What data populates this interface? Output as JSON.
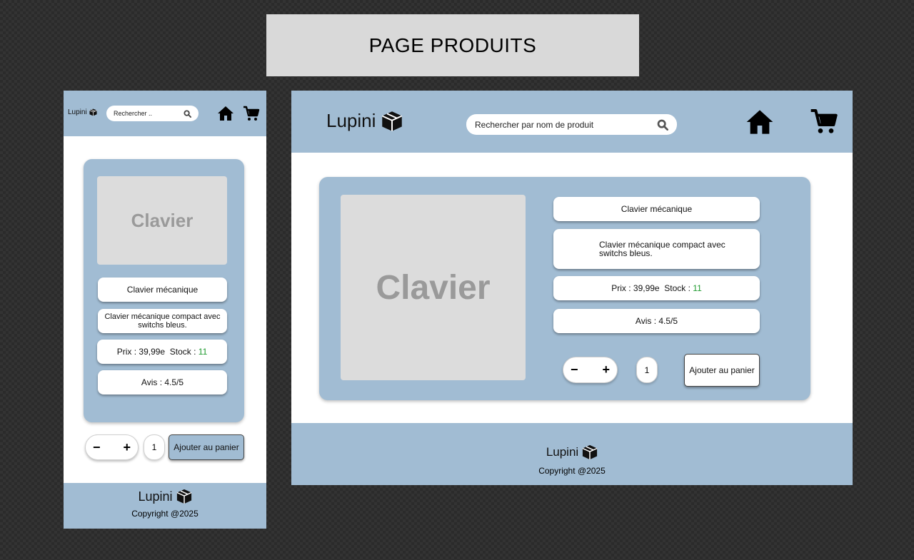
{
  "banner": {
    "title": "PAGE PRODUITS"
  },
  "mobile": {
    "brand": "Lupini",
    "search_placeholder": "Rechercher ..",
    "image_label": "Clavier",
    "product_name": "Clavier mécanique",
    "description": "Clavier mécanique compact avec switchs bleus.",
    "price_text": "Prix : 39,99e  Stock : ",
    "stock": "11",
    "rating": "Avis : 4.5/5",
    "minus": "−",
    "plus": "+",
    "quantity": "1",
    "add_to_cart": "Ajouter au panier",
    "footer_brand": "Lupini",
    "copyright": "Copyright @2025"
  },
  "desktop": {
    "brand": "Lupini",
    "search_placeholder": "Rechercher par nom de produit",
    "image_label": "Clavier",
    "product_name": "Clavier mécanique",
    "description": "Clavier mécanique compact avec switchs bleus.",
    "price_text": "Prix : 39,99e  Stock : ",
    "stock": "11",
    "rating": "Avis : 4.5/5",
    "minus": "−",
    "plus": "+",
    "quantity": "1",
    "add_to_cart": "Ajouter au panier",
    "footer_brand": "Lupini",
    "copyright": "Copyright @2025"
  },
  "icons": [
    "box-icon",
    "search-icon",
    "home-icon",
    "cart-icon"
  ],
  "colors": {
    "brand_blue": "#a1bcd3",
    "stock_green": "#1f9a2f",
    "banner_gray": "#d9d9d9"
  }
}
